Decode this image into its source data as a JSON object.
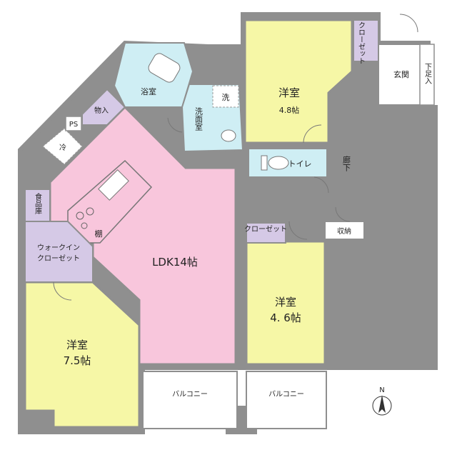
{
  "floorplan": {
    "colors": {
      "ldk": "#f8c6dc",
      "bedroom": "#f6f7a6",
      "wet": "#cfeef4",
      "storage": "#d5c9e6",
      "wall": "#8f8f8f",
      "floor": "#ffffff"
    },
    "rooms": {
      "ldk": "LDK14帖",
      "bed_a_name": "洋室",
      "bed_a_size": "7.5帖",
      "bed_b_name": "洋室",
      "bed_b_size": "4.8帖",
      "bed_c_name": "洋室",
      "bed_c_size": "4. 6帖",
      "bath": "浴室",
      "washroom": "洗面室",
      "washer": "洗",
      "toilet": "トイレ",
      "entrance": "玄関",
      "shoe_box": "下足入",
      "hallway": "廊下",
      "closet_top": "クローゼット",
      "closet_mid": "クローゼット",
      "wic_line1": "ウォークイン",
      "wic_line2": "クローゼット",
      "storage_top": "物入",
      "ps": "PS",
      "fridge": "冷",
      "pantry": "食品庫",
      "shelf": "棚",
      "storage_hall": "収納",
      "balcony_left": "バルコニー",
      "balcony_right": "バルコニー"
    },
    "compass": {
      "label": "N",
      "icon": "north-arrow-icon"
    }
  }
}
